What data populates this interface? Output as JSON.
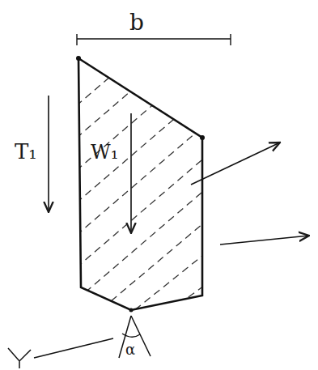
{
  "diagram": {
    "labels": [
      "b",
      "T₁",
      "W₁",
      "α"
    ]
  }
}
